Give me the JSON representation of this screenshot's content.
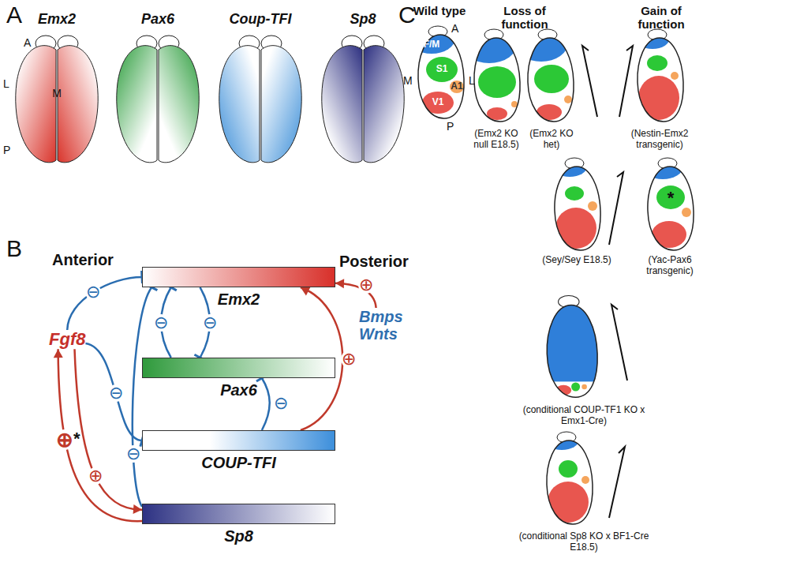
{
  "diagram": {
    "nodes": [
      {
        "text": [
          "Emx2"
        ]
      },
      {
        "text": [
          "Pax6"
        ]
      },
      {
        "text": [
          "COUP-TFI"
        ]
      },
      {
        "text": [
          "Sp8"
        ]
      },
      {
        "text": [
          "Fgf8"
        ]
      },
      {
        "text": [
          "Bmps Wnts"
        ]
      }
    ],
    "edges": [
      {
        "from": 4,
        "to": 0,
        "arrow": "to",
        "label": "⊖"
      },
      {
        "from": 4,
        "to": 2,
        "arrow": "to",
        "label": "⊖"
      },
      {
        "from": 4,
        "to": 3,
        "arrow": "to",
        "label": "⊕"
      },
      {
        "from": 3,
        "to": 4,
        "arrow": "to",
        "label": "⊕"
      },
      {
        "from": 1,
        "to": 0,
        "arrow": "to",
        "label": "⊖"
      },
      {
        "from": 0,
        "to": 1,
        "arrow": "to",
        "label": "⊖"
      },
      {
        "from": 3,
        "to": 0,
        "arrow": "to",
        "label": "⊖"
      },
      {
        "from": 2,
        "to": 0,
        "arrow": "to",
        "label": "⊕"
      },
      {
        "from": 2,
        "to": 1,
        "arrow": "to",
        "label": "⊖"
      },
      {
        "from": 5,
        "to": 0,
        "arrow": "to",
        "label": "⊕"
      }
    ],
    "labels": [
      "A",
      "Emx2",
      "Pax6",
      "Coup-TFI",
      "Sp8",
      "A",
      "L",
      "M",
      "P",
      "B",
      "Anterior",
      "Posterior",
      "*",
      "C",
      "Wild type",
      "Loss of function",
      "Gain of function",
      "F/M",
      "S1",
      "A1",
      "V1",
      "A",
      "M",
      "L",
      "P",
      "(Emx2 KO null E18.5)",
      "(Emx2 KO het)",
      "(Nestin-Emx2 transgenic)",
      "(Sey/Sey E18.5)",
      "(Yac-Pax6 transgenic)",
      "*",
      "(conditional COUP-TF1 KO x Emx1-Cre)",
      "(conditional Sp8 KO x BF1-Cre E18.5)"
    ]
  }
}
